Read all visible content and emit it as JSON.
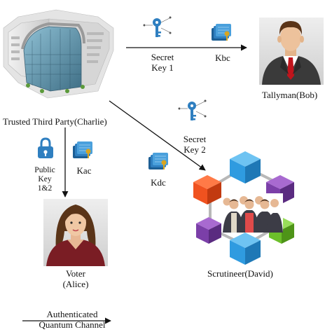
{
  "nodes": {
    "ttp": {
      "label": "Trusted Third Party(Charlie)",
      "icon": "office-building-icon"
    },
    "tallyman": {
      "label": "Tallyman(Bob)",
      "icon": "businessman-avatar-icon"
    },
    "voter": {
      "label_line1": "Voter",
      "label_line2": "(Alice)",
      "icon": "woman-avatar-icon"
    },
    "scrutineer": {
      "label": "Scrutineer(David)",
      "icon": "crowd-cube-network-icon"
    }
  },
  "edges": {
    "ttp_to_tallyman": {
      "key_line1": "Secret",
      "key_line2": "Key 1",
      "key_icon": "key-icon",
      "channel_label": "Kbc",
      "channel_icon": "quantum-key-device-icon"
    },
    "ttp_to_scrutineer": {
      "key_line1": "Secret",
      "key_line2": "Key 2",
      "key_icon": "key-icon",
      "channel_label": "Kdc",
      "channel_icon": "quantum-key-device-icon"
    },
    "ttp_to_voter": {
      "key_line1": "Public",
      "key_line2": "Key",
      "key_line3": "1&2",
      "key_icon": "padlock-icon",
      "channel_label": "Kac",
      "channel_icon": "quantum-key-device-icon"
    }
  },
  "legend": {
    "line1": "Authenticated",
    "line2": "Quantum Channel"
  },
  "colors": {
    "building_glass": "#5a8fa8",
    "key_blue": "#2f7fc0",
    "suit": "#3a3a3a",
    "tie": "#c0141c",
    "cube_blue": "#2f9be0",
    "cube_orange": "#f0521f",
    "cube_purple": "#7b3fa8",
    "cube_green": "#6cbf2a",
    "hair_brown": "#5a3418"
  }
}
